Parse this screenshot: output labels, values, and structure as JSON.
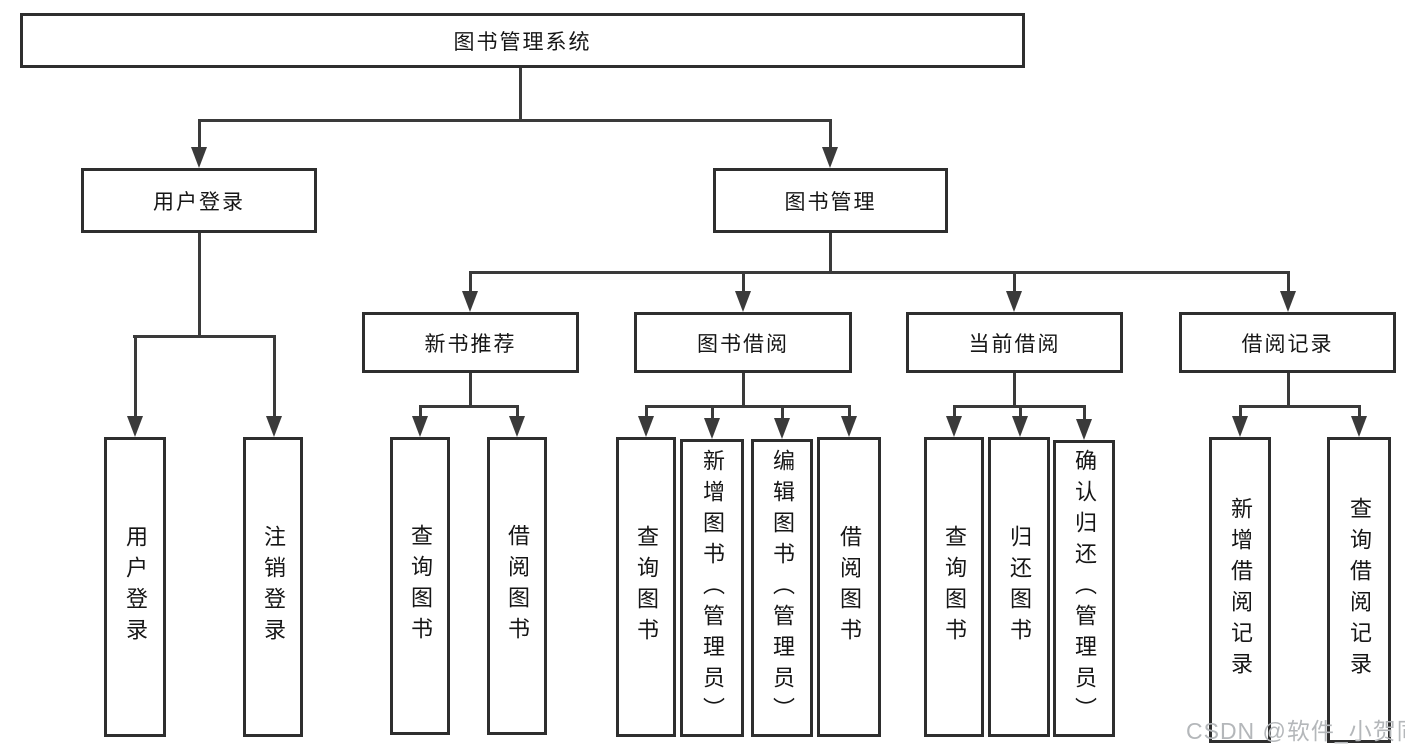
{
  "diagram": {
    "root": {
      "label": "图书管理系统"
    },
    "level2": [
      {
        "label": "用户登录"
      },
      {
        "label": "图书管理"
      }
    ],
    "level3": [
      {
        "label": "新书推荐"
      },
      {
        "label": "图书借阅"
      },
      {
        "label": "当前借阅"
      },
      {
        "label": "借阅记录"
      }
    ],
    "leaves": [
      {
        "label": "用户登录"
      },
      {
        "label": "注销登录"
      },
      {
        "label": "查询图书"
      },
      {
        "label": "借阅图书"
      },
      {
        "label": "查询图书"
      },
      {
        "label": "新增图书（管理员）"
      },
      {
        "label": "编辑图书（管理员）"
      },
      {
        "label": "借阅图书"
      },
      {
        "label": "查询图书"
      },
      {
        "label": "归还图书"
      },
      {
        "label": "确认归还（管理员）"
      },
      {
        "label": "新增借阅记录"
      },
      {
        "label": "查询借阅记录"
      }
    ],
    "watermark": "CSDN @软件_小贺同学",
    "colors": {
      "line": "#3a3a3a",
      "border": "#2e2e2e",
      "text": "#161616",
      "background": "#ffffff",
      "watermark": "#b4b7ba"
    }
  }
}
